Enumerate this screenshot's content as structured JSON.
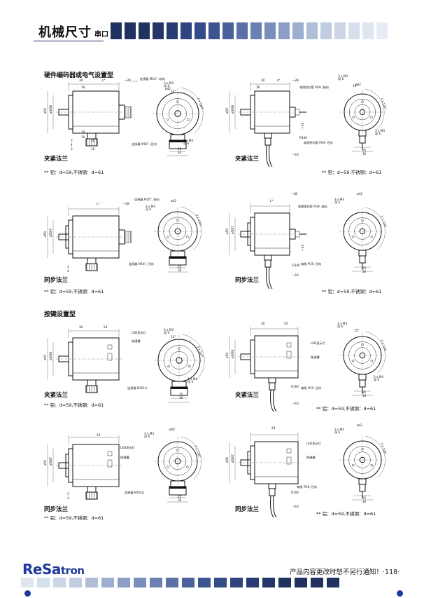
{
  "header": {
    "title": "机械尺寸",
    "subtitle": "串口",
    "block_colors": [
      "#1f3260",
      "#1f3260",
      "#1f3260",
      "#23366a",
      "#283c74",
      "#2d447e",
      "#344c88",
      "#3c5592",
      "#4a629c",
      "#5a70a6",
      "#6a80b2",
      "#7a8ebc",
      "#8c9ec6",
      "#9eaed0",
      "#b0bed8",
      "#c0cce0",
      "#ccd6e6",
      "#d6dfec",
      "#dfe6f0",
      "#e6ecf4"
    ]
  },
  "section1": {
    "heading": "硬件编码器或电气设置型"
  },
  "section2": {
    "heading": "按键设置型"
  },
  "captions": {
    "clamp": "夹紧法兰",
    "sync": "同步法兰",
    "note": "** 铝：d=59,不锈钢：d=61"
  },
  "drawings": {
    "d1": {
      "dims": [
        "30",
        "L*",
        "~28",
        "16",
        "ø59",
        "ø36f8",
        "20",
        "10",
        "3",
        "4",
        "20",
        "3",
        "10",
        "ø42",
        "3 x M3",
        "深 6",
        "10°",
        "3 x 120°",
        "25",
        "30",
        "3 x M4",
        "深 6"
      ],
      "labels": [
        "连接器 M16\", 轴向",
        "连接器 M16\", 径向"
      ]
    },
    "d2": {
      "dims": [
        "30",
        "L*",
        "~28",
        "16",
        "ø59",
        "ø36f8",
        "3 x M3",
        "深 6",
        "15°",
        "3 x 120°",
        "ø42",
        "3 x M4",
        "深 6",
        "25",
        "30",
        "~33",
        "~16"
      ],
      "labels": [
        "电缆密封套 PG9, 轴向",
        "电缆密封套 PG9, 径向",
        "R100"
      ]
    },
    "d3": {
      "dims": [
        "L*",
        "~28",
        "ø59",
        "ø50f7",
        "3 x M4",
        "深 6",
        "ø42",
        "3 x 120°",
        "25",
        "30",
        "3",
        "4"
      ],
      "labels": [
        "连接器 M16\", 轴向",
        "连接器 M16\", 径向"
      ]
    },
    "d4": {
      "dims": [
        "L*",
        "~28",
        "ø59",
        "ø50f7",
        "3 x M4",
        "深 6",
        "ø42",
        "3 x 120°",
        "25",
        "30",
        "~33",
        "~16"
      ],
      "labels": [
        "电缆密封套 PG9, 轴向",
        "电缆 PG9, 径向",
        "R100"
      ]
    },
    "d5": {
      "dims": [
        "30",
        "54",
        "ø59",
        "ø36f8",
        "3 x M3",
        "深 6",
        "15°",
        "3 x 120°",
        "25",
        "30",
        "3 x M4",
        "深 6"
      ],
      "labels": [
        "LED显示灯",
        "按键槽",
        "连接器 M16(L)"
      ]
    },
    "d6": {
      "dims": [
        "30",
        "54",
        "ø59",
        "ø36f8",
        "3 x M3",
        "深 6",
        "15°",
        "3 x 120°",
        "3 x M4",
        "深 6",
        "25",
        "30",
        "~16"
      ],
      "labels": [
        "LED显示灯",
        "按键槽",
        "电缆 PG9, 径向",
        "R100"
      ]
    },
    "d7": {
      "dims": [
        "54",
        "ø59",
        "ø50f7",
        "3 x M4",
        "深 6",
        "ø42",
        "3 x 120°",
        "25",
        "30",
        "3",
        "4"
      ],
      "labels": [
        "LED显示灯",
        "按键槽",
        "连接器 M16(L)"
      ]
    },
    "d8": {
      "dims": [
        "54",
        "ø59",
        "ø50f7",
        "3 x M4",
        "深 6",
        "ø42",
        "3 x 120°",
        "25",
        "30",
        "~16"
      ],
      "labels": [
        "LED显示灯",
        "按键槽",
        "电缆 PG9, 径向",
        "R100"
      ]
    }
  },
  "footer": {
    "logo_a": "Re",
    "logo_b": "Sa",
    "logo_c": "tron",
    "notice": "产品内容更改时恕不另行通知！·118·",
    "block_colors": [
      "#dfe6f0",
      "#d6dfec",
      "#ccd6e6",
      "#c0cce0",
      "#b0bed8",
      "#9eaed0",
      "#8c9ec6",
      "#7a8ebc",
      "#6a80b2",
      "#5a70a6",
      "#4a629c",
      "#3c5592",
      "#344c88",
      "#2d447e",
      "#283c74",
      "#23366a",
      "#1f3260",
      "#1f3260",
      "#1f3260",
      "#1f3260"
    ]
  }
}
